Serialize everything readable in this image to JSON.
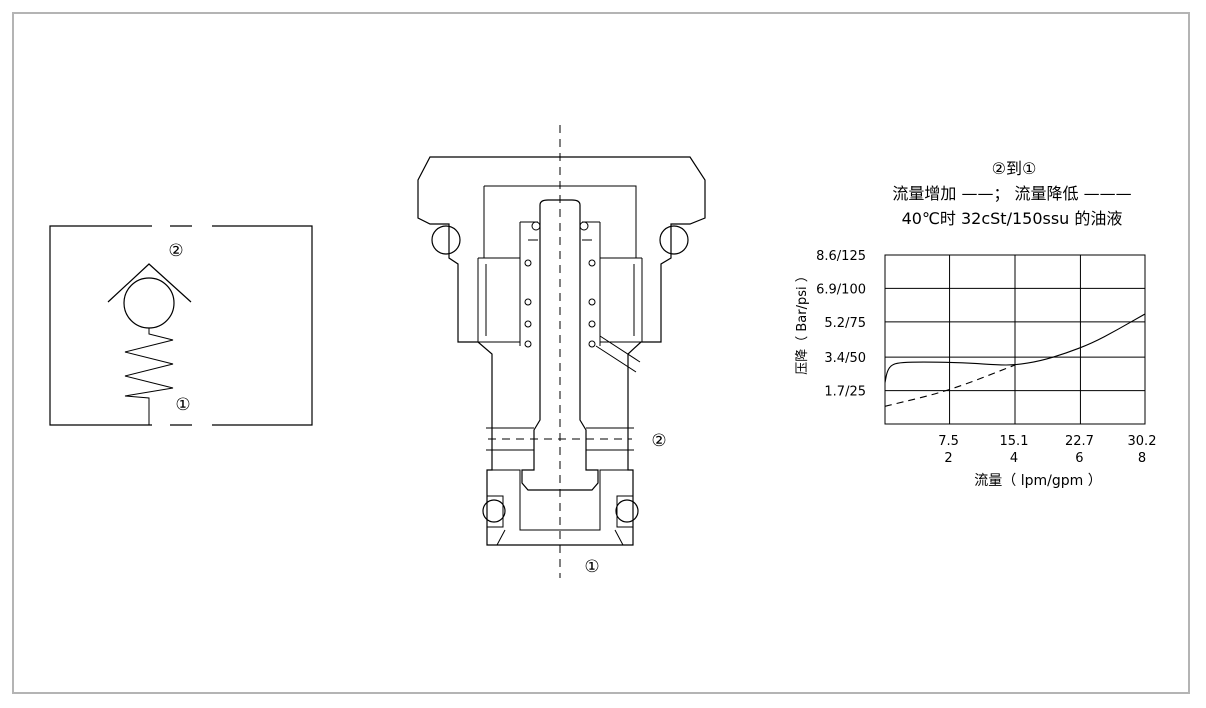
{
  "symbol": {
    "port2_label": "②",
    "port1_label": "①"
  },
  "section": {
    "port2_label": "②",
    "port1_label": "①"
  },
  "chart_data": {
    "type": "line",
    "title_lines": [
      "②到①",
      "流量增加 ——； 流量降低 ———",
      "40℃时 32cSt/150ssu 的油液"
    ],
    "xlabel": "流量（ lpm/gpm ）",
    "ylabel": "压降（ Bar/psi ）",
    "x_ticks": [
      {
        "value": 7.5,
        "lpm": "7.5",
        "gpm": "2"
      },
      {
        "value": 15.1,
        "lpm": "15.1",
        "gpm": "4"
      },
      {
        "value": 22.7,
        "lpm": "22.7",
        "gpm": "6"
      },
      {
        "value": 30.2,
        "lpm": "30.2",
        "gpm": "8"
      }
    ],
    "y_ticks": [
      {
        "value": 1.7,
        "label": "1.7/25"
      },
      {
        "value": 3.4,
        "label": "3.4/50"
      },
      {
        "value": 5.2,
        "label": "5.2/75"
      },
      {
        "value": 6.9,
        "label": "6.9/100"
      },
      {
        "value": 8.6,
        "label": "8.6/125"
      }
    ],
    "xlim": [
      0,
      30.2
    ],
    "ylim": [
      0,
      8.6
    ],
    "grid": true,
    "series": [
      {
        "name": "流量增加",
        "style": "solid",
        "points": [
          [
            0,
            2.1
          ],
          [
            0.2,
            2.6
          ],
          [
            0.6,
            2.95
          ],
          [
            1.3,
            3.1
          ],
          [
            3,
            3.15
          ],
          [
            6,
            3.15
          ],
          [
            10,
            3.1
          ],
          [
            13,
            3.0
          ],
          [
            15.1,
            3.0
          ],
          [
            18,
            3.2
          ],
          [
            21,
            3.6
          ],
          [
            24,
            4.1
          ],
          [
            27,
            4.8
          ],
          [
            30.2,
            5.6
          ]
        ]
      },
      {
        "name": "流量降低",
        "style": "dashed",
        "points": [
          [
            0,
            0.9
          ],
          [
            7.5,
            1.7
          ],
          [
            15.1,
            3.0
          ]
        ]
      }
    ]
  }
}
